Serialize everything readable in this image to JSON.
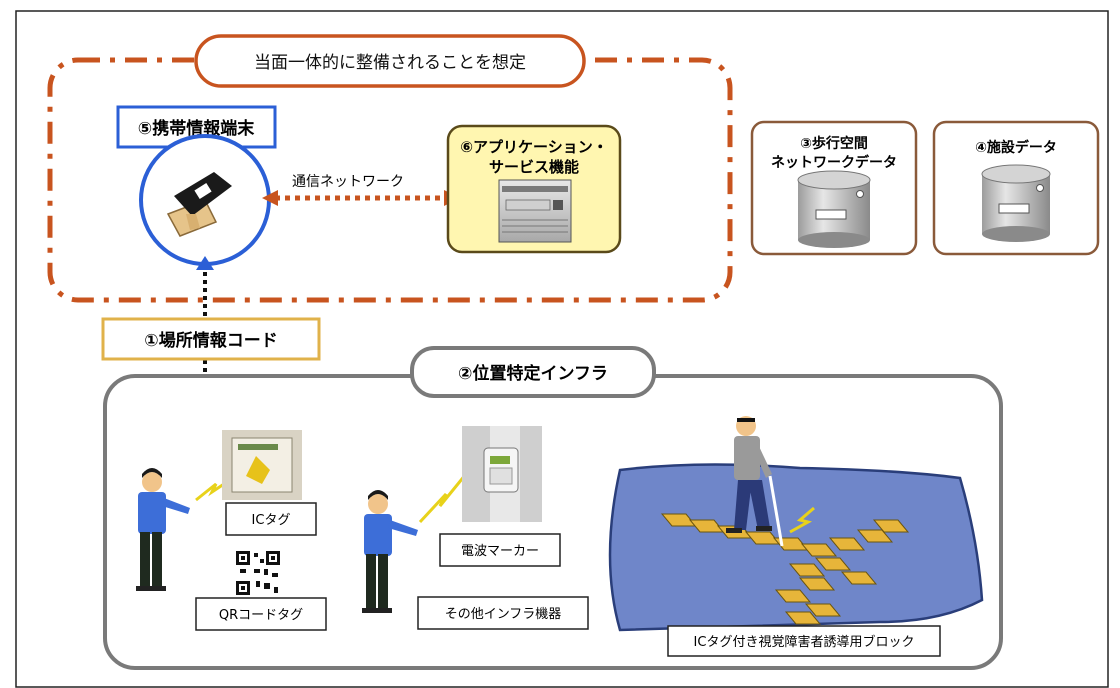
{
  "header_pill": "当面一体的に整備されることを想定",
  "terminal": {
    "label": "⑤携帯情報端末"
  },
  "network_label": "通信ネットワーク",
  "app_service": {
    "line1": "⑥アプリケーション・",
    "line2": "サービス機能"
  },
  "walk_network": {
    "line1": "③歩行空間",
    "line2": "ネットワークデータ"
  },
  "facility_data": {
    "label": "④施設データ"
  },
  "location_code": "①場所情報コード",
  "infra": {
    "title": "②位置特定インフラ",
    "ic_tag": "ICタグ",
    "qr_tag": "QRコードタグ",
    "radio_marker": "電波マーカー",
    "other_infra": "その他インフラ機器",
    "guide_block": "ICタグ付き視覚障害者誘導用ブロック"
  },
  "colors": {
    "dashed_border": "#c8541f",
    "terminal_blue": "#2b5fd6",
    "code_box": "#e0b24a",
    "app_fill": "#fff6b0",
    "app_border": "#5a4a1a",
    "db_border": "#8a5a3a",
    "infra_border": "#7a7a7a",
    "floor_fill": "#6f86c9",
    "block_fill": "#e7b53a"
  }
}
